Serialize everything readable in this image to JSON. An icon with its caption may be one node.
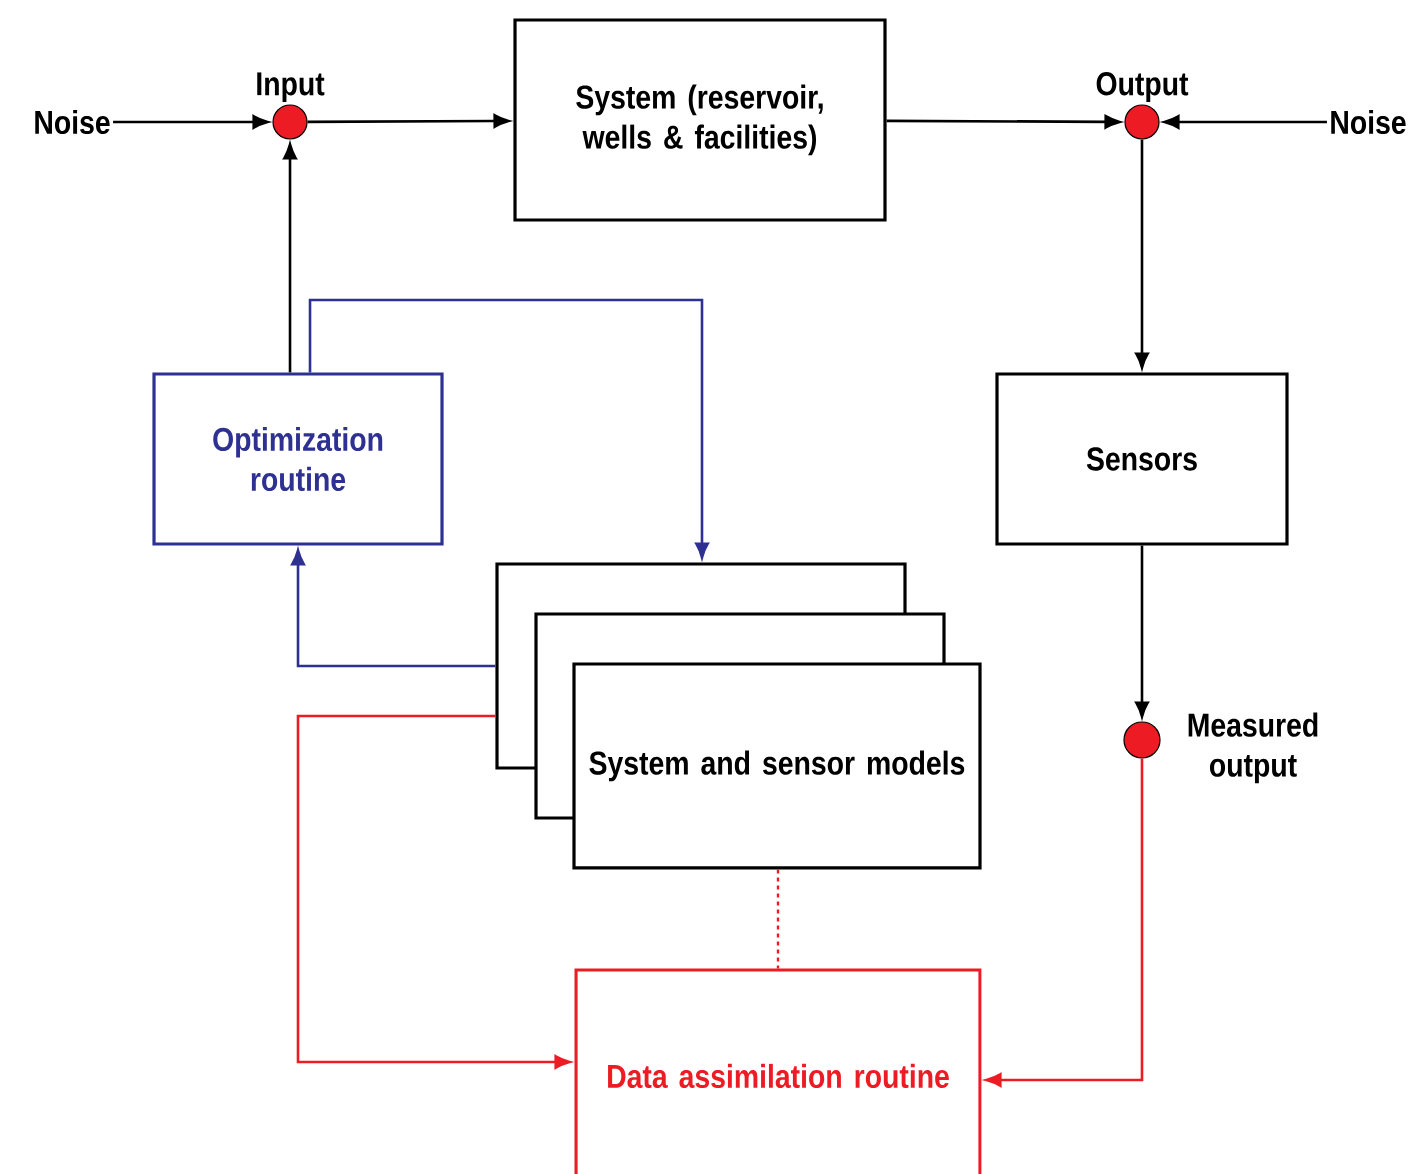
{
  "diagram": {
    "nodes": [
      {
        "text": [
          "Noise"
        ]
      },
      {
        "text": [
          "Input"
        ]
      },
      {
        "text": [
          "System (reservoir, wells & facilities)"
        ]
      },
      {
        "text": [
          "Output"
        ]
      },
      {
        "text": [
          "Noise"
        ]
      },
      {
        "text": [
          "Optimization routine"
        ]
      },
      {
        "text": [
          "Sensors"
        ]
      },
      {
        "text": [],
        "shape": "box"
      },
      {
        "text": [],
        "shape": "box"
      },
      {
        "text": [
          "System and sensor models"
        ]
      },
      {
        "text": [
          "Measured output"
        ]
      },
      {
        "text": [
          "Data assimilation routine"
        ]
      }
    ],
    "edges": [
      {
        "from": 0,
        "to": 1,
        "arrow": "to"
      },
      {
        "from": 1,
        "to": 2,
        "arrow": "to"
      },
      {
        "from": 2,
        "to": 3,
        "arrow": "to"
      },
      {
        "from": 4,
        "to": 3,
        "arrow": "to"
      },
      {
        "from": 3,
        "to": 6,
        "arrow": "to"
      },
      {
        "from": 5,
        "to": 1,
        "arrow": "to"
      },
      {
        "from": 5,
        "to": 7,
        "arrow": "to",
        "color": "#2e3192"
      },
      {
        "from": 7,
        "to": 5,
        "arrow": "to",
        "color": "#2e3192"
      },
      {
        "from": 7,
        "to": 11,
        "arrow": "to",
        "color": "#ed1c24"
      },
      {
        "from": 6,
        "to": 10,
        "arrow": "to"
      },
      {
        "from": 10,
        "to": 11,
        "arrow": "to",
        "color": "#ed1c24"
      },
      {
        "from": 9,
        "to": 11,
        "arrow": "none",
        "style": "dashed",
        "color": "#ed1c24"
      }
    ]
  }
}
